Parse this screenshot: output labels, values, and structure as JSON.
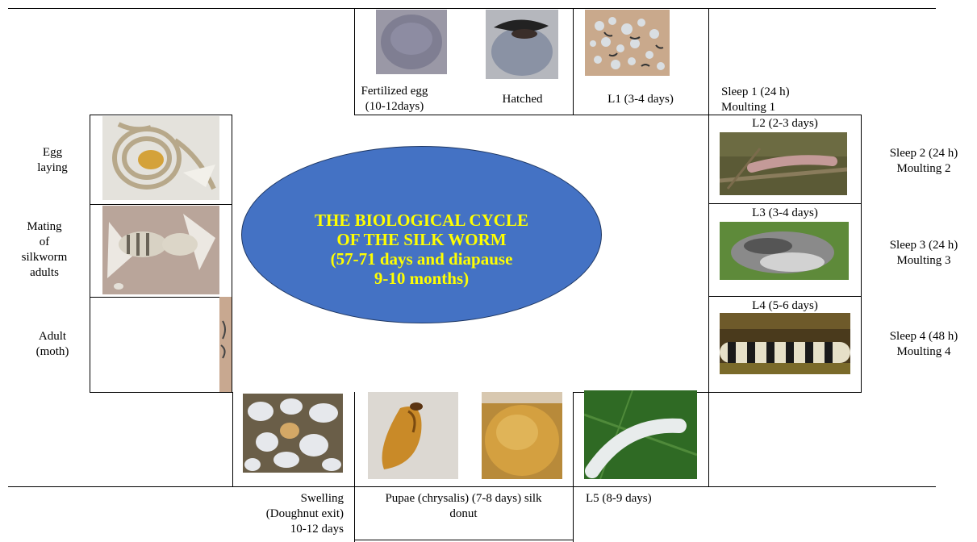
{
  "title": {
    "line1": "THE BIOLOGICAL CYCLE",
    "line2": "OF THE SILK WORM",
    "line3": "(57-71 days and diapause",
    "line4": "9-10 months)"
  },
  "top_labels": {
    "fertilized_egg_1": "Fertilized egg",
    "fertilized_egg_2": "(10-12days)",
    "hatched": "Hatched",
    "l1": "L1 (3-4 days)",
    "sleep1_1": "Sleep 1 (24 h)",
    "sleep1_2": "Moulting 1"
  },
  "right_labels": {
    "l2": "L2 (2-3 days)",
    "sleep2_1": "Sleep 2 (24 h)",
    "sleep2_2": "Moulting 2",
    "l3": "L3 (3-4 days)",
    "sleep3_1": "Sleep 3 (24 h)",
    "sleep3_2": "Moulting 3",
    "l4": "L4 (5-6 days)",
    "sleep4_1": "Sleep 4 (48 h)",
    "sleep4_2": "Moulting 4"
  },
  "left_labels": {
    "egg_laying_1": "Egg",
    "egg_laying_2": "laying",
    "mating_1": "Mating",
    "mating_2": "of",
    "mating_3": "silkworm",
    "mating_4": "adults",
    "adult_1": "Adult",
    "adult_2": "(moth)"
  },
  "bottom_labels": {
    "swelling_1": "Swelling",
    "swelling_2": "(Doughnut exit)",
    "swelling_3": "10-12 days",
    "pupae_1": "Pupae (chrysalis) (7-8 days) silk",
    "pupae_2": "donut",
    "l5": "L5 (8-9 days)"
  },
  "colors": {
    "ellipse_fill": "#4472c4",
    "ellipse_text": "#ffff00"
  }
}
